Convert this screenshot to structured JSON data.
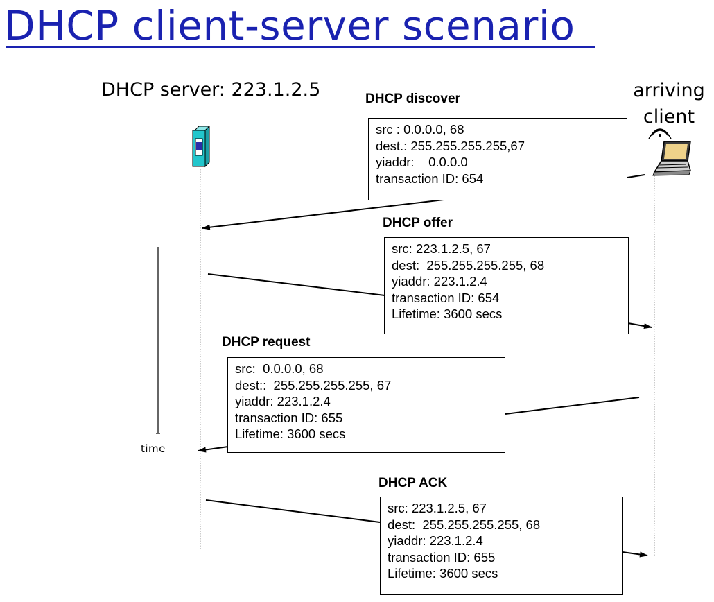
{
  "title": "DHCP client-server scenario",
  "server_label": "DHCP server: 223.1.2.5",
  "client_label_line1": "arriving",
  "client_label_line2": "client",
  "time_label": "time",
  "messages": [
    {
      "title": "DHCP discover",
      "lines": [
        "src : 0.0.0.0, 68",
        "dest.: 255.255.255.255,67",
        "yiaddr:    0.0.0.0",
        "transaction ID: 654"
      ]
    },
    {
      "title": "DHCP offer",
      "lines": [
        "src: 223.1.2.5, 67",
        "dest:  255.255.255.255, 68",
        "yiaddr: 223.1.2.4",
        "transaction ID: 654",
        "Lifetime: 3600 secs"
      ]
    },
    {
      "title": "DHCP request",
      "lines": [
        "src:  0.0.0.0, 68",
        "dest::  255.255.255.255, 67",
        "yiaddr: 223.1.2.4",
        "transaction ID: 655",
        "Lifetime: 3600 secs"
      ]
    },
    {
      "title": "DHCP ACK",
      "lines": [
        "src: 223.1.2.5, 67",
        "dest:  255.255.255.255, 68",
        "yiaddr: 223.1.2.4",
        "transaction ID: 655",
        "Lifetime: 3600 secs"
      ]
    }
  ]
}
